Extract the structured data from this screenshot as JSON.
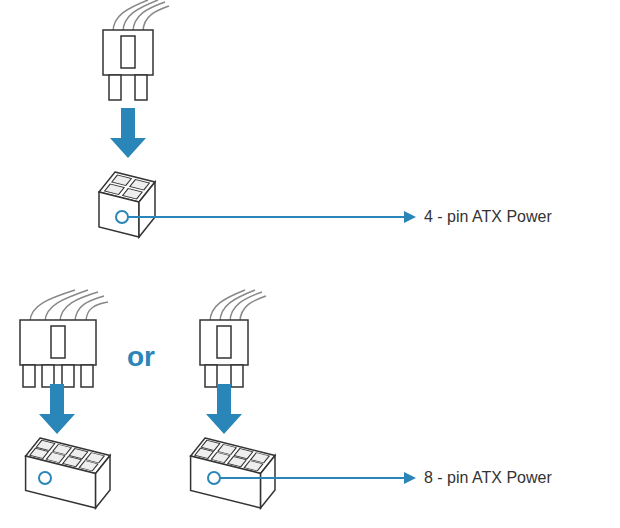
{
  "diagram": {
    "labels": [
      "4 - pin ATX Power",
      "or",
      "8 - pin ATX Power"
    ]
  }
}
